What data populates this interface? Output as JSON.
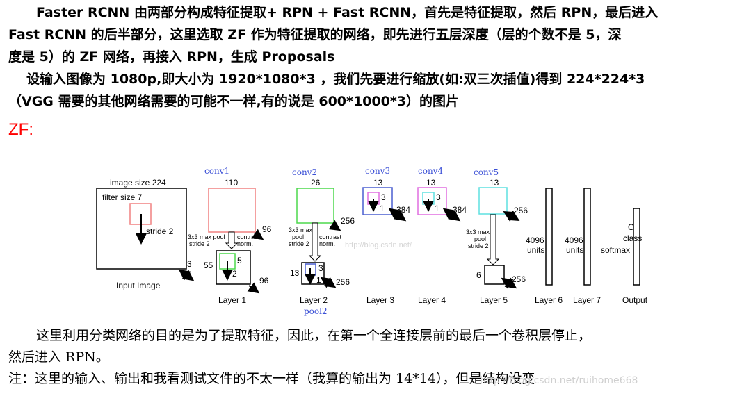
{
  "intro": {
    "line1": "Faster RCNN 由两部分构成特征提取+ RPN + Fast RCNN，首先是特征提取，然后 RPN，最后进入",
    "line2": "Fast RCNN 的后半部分，这里选取 ZF 作为特征提取的网络，即先进行五层深度（层的个数不是 5，深",
    "line3": "度是 5）的 ZF 网络，再接入 RPN，生成 Proposals",
    "line4": "设输入图像为 1080p,即大小为 1920*1080*3 ，我们先要进行缩放(如:双三次插值)得到 224*224*3",
    "line5": "（VGG 需要的其他网络需要的可能不一样,有的说是 600*1000*3）的图片"
  },
  "heading": "ZF:",
  "figure": {
    "input": {
      "size_label": "image size 224",
      "filter_label": "filter size 7",
      "stride_label": "stride 2",
      "depth": "3",
      "caption": "Input Image"
    },
    "layer1": {
      "title": "conv1",
      "size": "110",
      "depth": "96",
      "pool_note": "3x3 max pool stride 2",
      "norm_note": "contrast norm.",
      "pooled_size": "55",
      "inner_size": "5",
      "stride": "2",
      "pooled_depth": "96",
      "caption": "Layer 1"
    },
    "layer2": {
      "title": "conv2",
      "size": "26",
      "depth": "256",
      "pool_note": "3x3 max pool stride 2",
      "norm_note": "contrast norm.",
      "pooled_size": "13",
      "inner_size": "3",
      "stride": "1",
      "pooled_depth": "256",
      "caption": "Layer 2",
      "pool_label": "pool2"
    },
    "layer3": {
      "title": "conv3",
      "size": "13",
      "inner_size": "3",
      "stride": "1",
      "depth": "384",
      "caption": "Layer 3"
    },
    "layer4": {
      "title": "conv4",
      "size": "13",
      "inner_size": "3",
      "stride": "1",
      "depth": "384",
      "caption": "Layer 4"
    },
    "layer5": {
      "title": "conv5",
      "size": "13",
      "depth": "256",
      "pool_note": "3x3 max pool stride 2",
      "pooled_size": "6",
      "pooled_depth": "256",
      "caption": "Layer 5"
    },
    "layer6": {
      "units": "4096",
      "units_label": "units",
      "caption": "Layer 6"
    },
    "layer7": {
      "units": "4096",
      "units_label": "units",
      "caption": "Layer 7"
    },
    "output": {
      "c": "C",
      "class_label": "class",
      "softmax_label": "softmax",
      "caption": "Output"
    },
    "watermark": "http://blog.csdn.net/"
  },
  "conclusion": {
    "line1": "这里利用分类网络的目的是为了提取特征，因此，在第一个全连接层前的最后一个卷积层停止，",
    "line2": "然后进入 RPN。",
    "line3": "注：这里的输入、输出和我看测试文件的不太一样（我算的输出为 14*14），但是结构没变"
  },
  "watermark_bottom": "http://blog.csdn.net/ruihome668",
  "colors": {
    "heading": "#ff0000",
    "conv_title": "#3a4fd6",
    "conv1": "#f08080",
    "conv2": "#4cd84c",
    "conv3": "#4a5fd0",
    "conv4": "#e06ee0",
    "conv5": "#5ee0e0"
  }
}
